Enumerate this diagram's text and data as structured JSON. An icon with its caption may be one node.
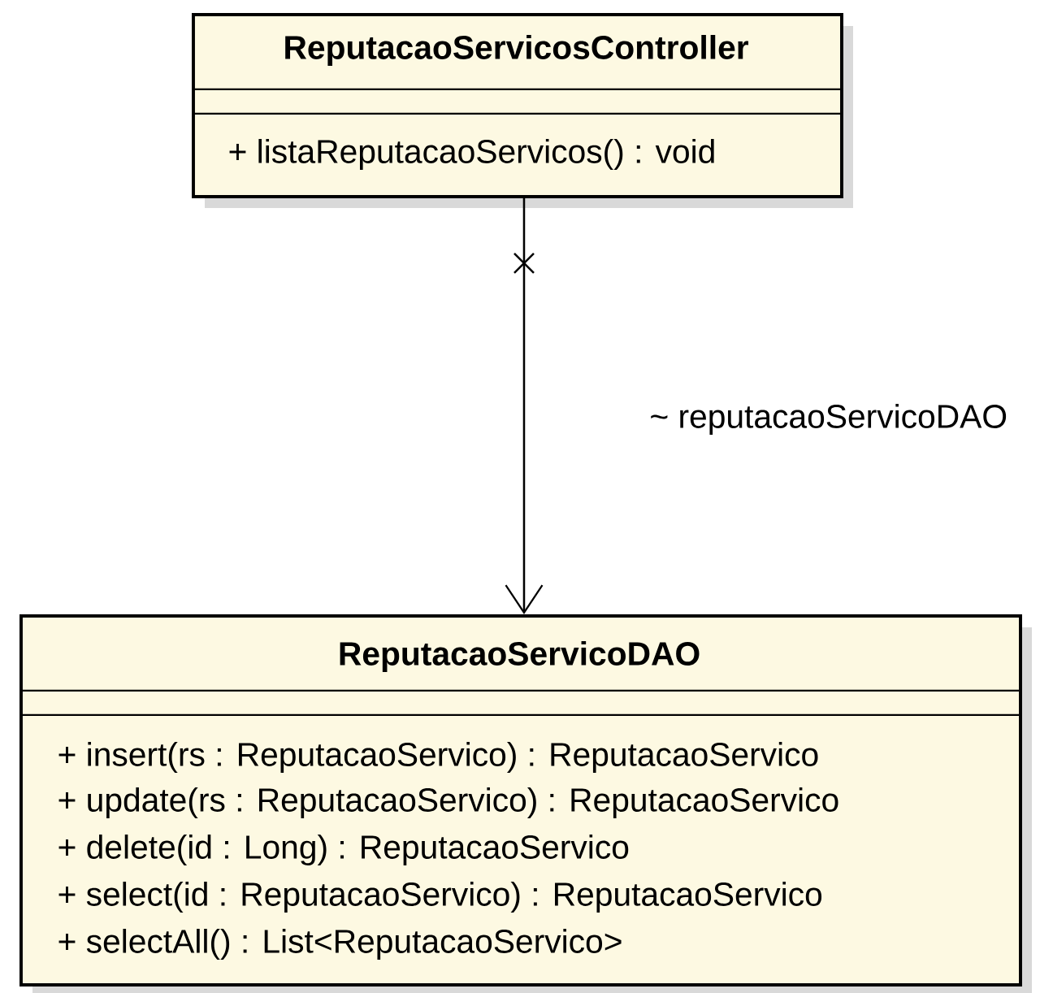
{
  "diagram": {
    "nodes": [
      {
        "text": [
          "ReputacaoServicosController",
          "+ listaReputacaoServicos() : void"
        ]
      },
      {
        "text": [
          "ReputacaoServicoDAO",
          "+ insert(rs : ReputacaoServico) : ReputacaoServico",
          "+ update(rs : ReputacaoServico) : ReputacaoServico",
          "+ delete(id : Long) : ReputacaoServico",
          "+ select(id : ReputacaoServico) : ReputacaoServico",
          "+ selectAll() : List<ReputacaoServico>"
        ]
      }
    ],
    "edges": [
      {
        "from": 0,
        "to": 1,
        "arrow": "to",
        "label": "~ reputacaoServicoDAO"
      }
    ]
  }
}
